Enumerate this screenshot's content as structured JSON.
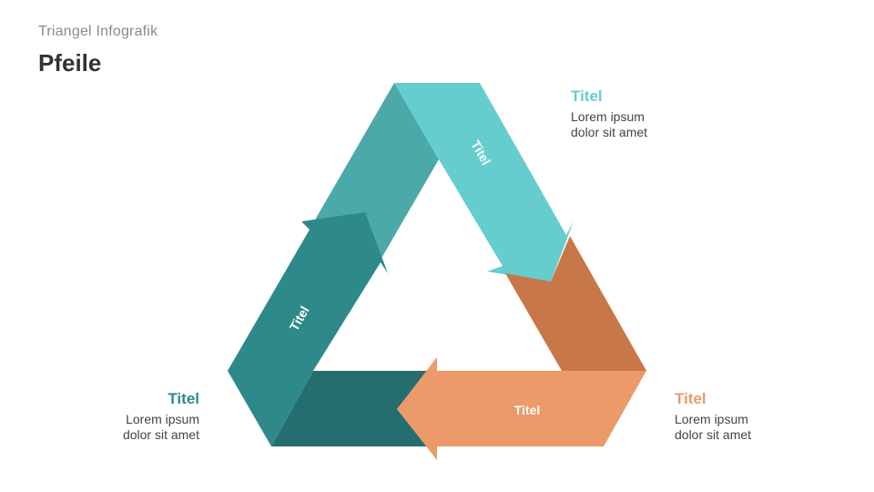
{
  "header": {
    "subtitle": "Triangel Infografik",
    "title": "Pfeile"
  },
  "colors": {
    "teal_light": "#65CDCE",
    "teal_mid": "#4BA9A9",
    "teal_dark": "#2E8A8A",
    "teal_darker": "#256E70",
    "orange_dark": "#C87748",
    "orange_light": "#EC9A6A"
  },
  "arrows": [
    {
      "label": "Titel"
    },
    {
      "label": "Titel"
    },
    {
      "label": "Titel"
    }
  ],
  "callouts": [
    {
      "title": "Titel",
      "line1": "Lorem ipsum",
      "line2": "dolor sit amet"
    },
    {
      "title": "Titel",
      "line1": "Lorem ipsum",
      "line2": "dolor sit amet"
    },
    {
      "title": "Titel",
      "line1": "Lorem ipsum",
      "line2": "dolor sit amet"
    }
  ]
}
